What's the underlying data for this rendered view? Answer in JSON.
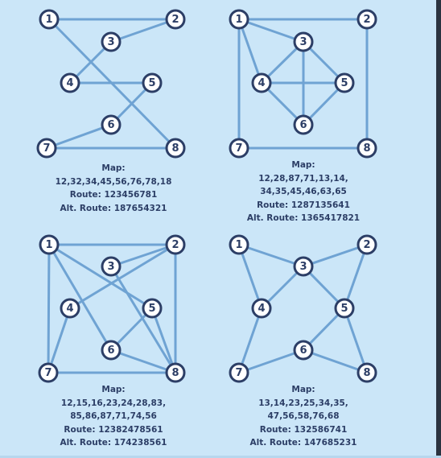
{
  "panels": [
    {
      "map_label": "Map:",
      "map_lines": [
        "12,32,34,45,56,76,78,18"
      ],
      "route": "Route: 123456781",
      "alt_route": "Alt. Route: 187654321",
      "edges": [
        [
          1,
          2
        ],
        [
          3,
          2
        ],
        [
          3,
          4
        ],
        [
          4,
          5
        ],
        [
          5,
          6
        ],
        [
          6,
          7
        ],
        [
          7,
          8
        ],
        [
          1,
          8
        ]
      ]
    },
    {
      "map_label": "Map:",
      "map_lines": [
        "12,28,87,71,13,14,",
        "34,35,45,46,63,65"
      ],
      "route": "Route: 1287135641",
      "alt_route": "Alt. Route: 1365417821",
      "edges": [
        [
          1,
          2
        ],
        [
          2,
          8
        ],
        [
          8,
          7
        ],
        [
          7,
          1
        ],
        [
          1,
          3
        ],
        [
          1,
          4
        ],
        [
          3,
          4
        ],
        [
          3,
          5
        ],
        [
          4,
          5
        ],
        [
          4,
          6
        ],
        [
          6,
          3
        ],
        [
          6,
          5
        ]
      ]
    },
    {
      "map_label": "Map:",
      "map_lines": [
        "12,15,16,23,24,28,83,",
        "85,86,87,71,74,56"
      ],
      "route": "Route: 12382478561",
      "alt_route": "Alt. Route: 174238561",
      "edges": [
        [
          1,
          2
        ],
        [
          1,
          5
        ],
        [
          1,
          6
        ],
        [
          2,
          3
        ],
        [
          2,
          4
        ],
        [
          2,
          8
        ],
        [
          8,
          3
        ],
        [
          8,
          5
        ],
        [
          8,
          6
        ],
        [
          8,
          7
        ],
        [
          7,
          1
        ],
        [
          7,
          4
        ],
        [
          5,
          6
        ]
      ]
    },
    {
      "map_label": "Map:",
      "map_lines": [
        "13,14,23,25,34,35,",
        "47,56,58,76,68"
      ],
      "route": "Route: 132586741",
      "alt_route": "Alt. Route: 147685231",
      "edges": [
        [
          1,
          3
        ],
        [
          1,
          4
        ],
        [
          2,
          3
        ],
        [
          2,
          5
        ],
        [
          3,
          4
        ],
        [
          3,
          5
        ],
        [
          4,
          7
        ],
        [
          5,
          6
        ],
        [
          5,
          8
        ],
        [
          7,
          6
        ],
        [
          6,
          8
        ]
      ]
    }
  ],
  "colors": {
    "background": "#cbe6f8",
    "edge": "#6fa3d3",
    "node_stroke": "#2c3e66",
    "text": "#2c3e66"
  }
}
